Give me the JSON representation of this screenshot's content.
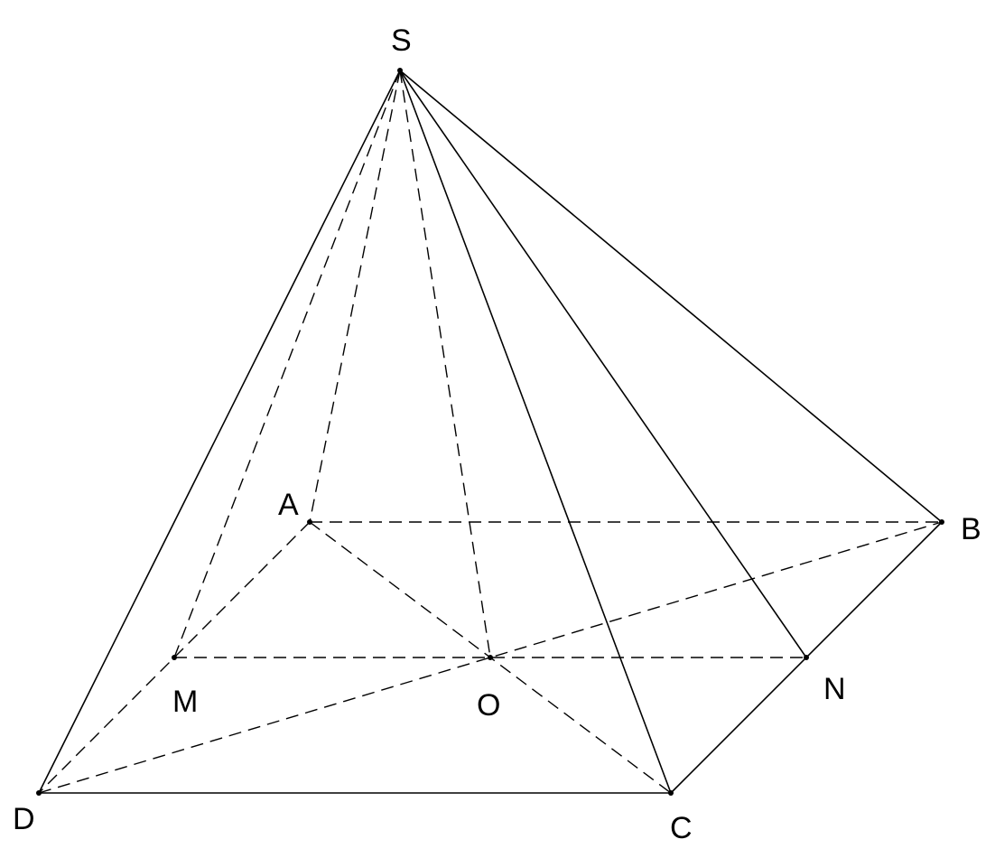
{
  "diagram": {
    "labels": {
      "S": "S",
      "A": "A",
      "B": "B",
      "C": "C",
      "D": "D",
      "M": "M",
      "N": "N",
      "O": "O"
    },
    "line_color": "#000000",
    "background": "#ffffff"
  }
}
